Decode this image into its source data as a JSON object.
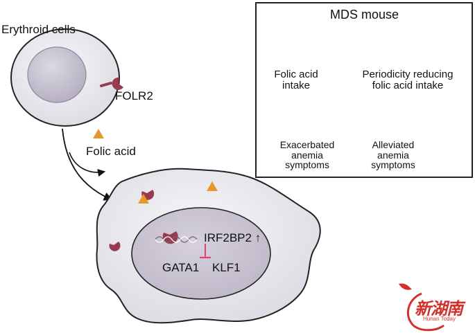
{
  "labels": {
    "erythroid_cells": "Erythroid cells",
    "folr2": "FOLR2",
    "folic_acid": "Folic acid",
    "irf2bp2": "IRF2BP2 ↑",
    "gata1": "GATA1",
    "klf1": "KLF1"
  },
  "mds_box": {
    "title": "MDS mouse",
    "left_branch": [
      "Folic acid",
      "intake"
    ],
    "right_branch": [
      "Periodicity reducing",
      "folic acid intake"
    ],
    "left_outcome": [
      "Exacerbated",
      "anemia",
      "symptoms"
    ],
    "right_outcome": [
      "Alleviated",
      "anemia",
      "symptoms"
    ]
  },
  "watermark": {
    "chinese": "新湖南",
    "english": "Hunan Today"
  },
  "colors": {
    "cell_fill": "#ecebf0",
    "nucleus_fill": "#cbc6d4",
    "receptor": "#9a3a50",
    "folic_acid": "#e39a2a",
    "inhibition": "#e2426c",
    "watermark": "#d4302a"
  }
}
